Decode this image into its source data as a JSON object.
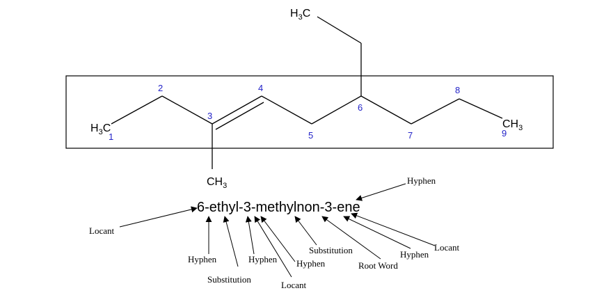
{
  "molecule": {
    "groups": {
      "h3c_top": {
        "main": "H",
        "sub": "3",
        "tail": "C"
      },
      "h3c_left": {
        "main": "H",
        "sub": "3",
        "tail": "C"
      },
      "ch3_bottom": {
        "main": "CH",
        "sub": "3"
      },
      "ch3_right": {
        "main": "CH",
        "sub": "3"
      }
    },
    "locants": [
      "1",
      "2",
      "3",
      "4",
      "5",
      "6",
      "7",
      "8",
      "9"
    ]
  },
  "iupac_name": "6-ethyl-3-methylnon-3-ene",
  "annotations": {
    "locant_left": "Locant",
    "hyphen_top": "Hyphen",
    "hyphen_1": "Hyphen",
    "substitution_1": "Substitution",
    "hyphen_2": "Hyphen",
    "locant_mid": "Locant",
    "hyphen_3": "Hyphen",
    "substitution_2": "Substitution",
    "root_word": "Root Word",
    "hyphen_4": "Hyphen",
    "locant_right": "Locant"
  }
}
